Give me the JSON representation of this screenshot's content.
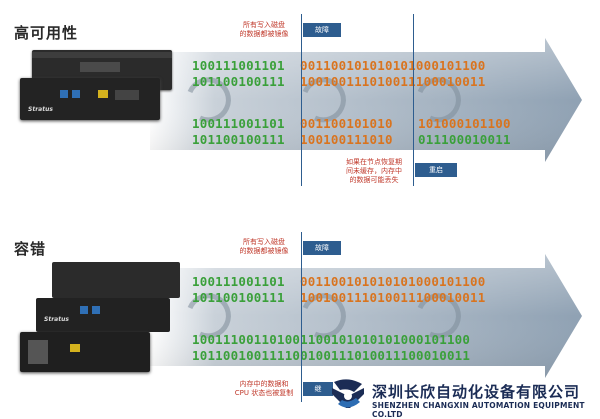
{
  "sections": [
    {
      "title": "高可用性",
      "note_top": [
        "所有写入磁盘",
        "的数据都被镜像"
      ],
      "tag_top": "故障",
      "bits": {
        "r1g": "100111001101",
        "r1o": "001100101010101000101100",
        "r2g": "101100100111",
        "r2o": "100100111010011100010011",
        "r3g": "100111001101",
        "r3o1": "001100101010",
        "r3o2": "101000101100",
        "r4g": "101100100111",
        "r4o1": "100100111010",
        "r4o2": "011100010011"
      },
      "note_bottom": [
        "如果在节点恢复期",
        "间未缓存，内存中",
        "的数据可能丢失"
      ],
      "tag_bottom": "重启"
    },
    {
      "title": "容错",
      "note_top": [
        "所有写入磁盘",
        "的数据都被镜像"
      ],
      "tag_top": "故障",
      "bits": {
        "r1g": "100111001101",
        "r1o": "001100101010101000101100",
        "r2g": "101100100111",
        "r2o": "100100111010011100010011",
        "r3": "100111001101001100101010101000101100",
        "r4": "101100100111100100111010011100010011"
      },
      "note_bottom": [
        "内存中的数据和",
        "CPU 状态也被复制"
      ],
      "tag_bottom": "继"
    }
  ],
  "brand": {
    "name_cn": "深圳长欣自动化设备有限公司",
    "name_en": "SHENZHEN CHANGXIN AUTOMATION EQUIPMENT CO.LTD",
    "device_label": "Stratus"
  },
  "colors": {
    "green_bits": "#3aa03a",
    "orange_bits": "#d9741f",
    "tag_blue": "#2e5d8f",
    "note_red": "#c0392b"
  }
}
